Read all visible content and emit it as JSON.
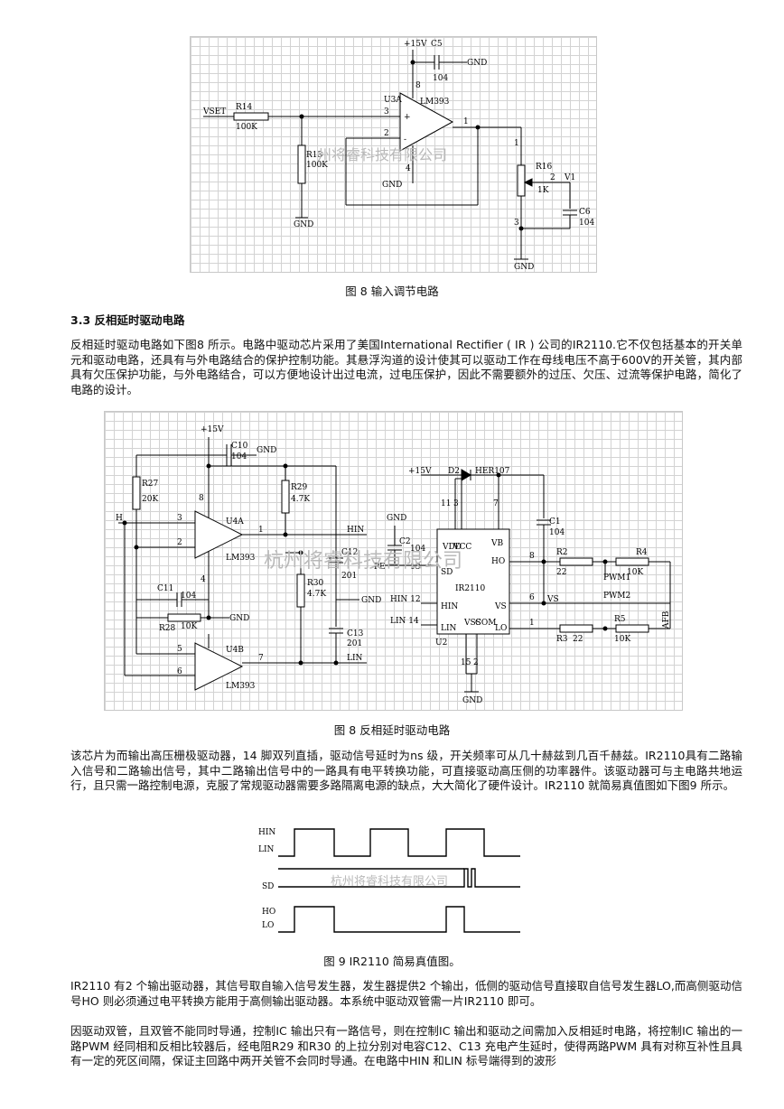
{
  "figure8a": {
    "caption": "图 8 输入调节电路",
    "labels": {
      "vcc": "+15V",
      "c5": "C5",
      "c5_val": "104",
      "gnd_c5": "GND",
      "pin8": "8",
      "u3a": "U3A",
      "lm393": "LM393",
      "vset": "VSET",
      "r14": "R14",
      "r14_val": "100K",
      "pin3": "3",
      "plus": "+",
      "pin2": "2",
      "minus": "-",
      "pin1": "1",
      "pin4": "4",
      "gnd_u3": "GND",
      "r13": "R13",
      "r13_val": "100K",
      "gnd_r13": "GND",
      "r16": "R16",
      "r16_val": "1K",
      "v1": "V1",
      "r16_p2": "2",
      "r16_p1": "1",
      "r16_p3": "3",
      "c6": "C6",
      "c6_val": "104",
      "gnd_r16": "GND"
    },
    "watermark": "州将睿科技有限公司"
  },
  "section": {
    "heading": "3.3 反相延时驱动电路",
    "para1": "反相延时驱动电路如下图8 所示。电路中驱动芯片采用了美国International Rectifier ( IR ) 公司的IR2110.它不仅包括基本的开关单元和驱动电路，还具有与外电路结合的保护控制功能。其悬浮沟道的设计使其可以驱动工作在母线电压不高于600V的开关管，其内部具有欠压保护功能，与外电路结合，可以方便地设计出过电流，过电压保护，因此不需要额外的过压、欠压、过流等保护电路，简化了电路的设计。"
  },
  "figure8b": {
    "caption": "图 8 反相延时驱动电路",
    "labels": {
      "vcc": "+15V",
      "c10": "C10",
      "c10_val": "104",
      "gnd_c10": "GND",
      "r27": "R27",
      "r27_val": "20K",
      "r29": "R29",
      "r29_val": "4.7K",
      "u4a": "U4A",
      "lm393a": "LM393",
      "h": "H",
      "p3": "3",
      "p2": "2",
      "p8": "8",
      "p1": "1",
      "p4": "4",
      "hin_out": "HIN",
      "c12": "C12",
      "c12_val": "201",
      "r30": "R30",
      "r30_val": "4.7K",
      "gnd_mid": "GND",
      "c11": "C11",
      "c11_val": "104",
      "r28": "R28",
      "r28_val": "10K",
      "gnd_c11": "GND",
      "u4b": "U4B",
      "lm393b": "LM393",
      "p5": "5",
      "p6": "6",
      "p7": "7",
      "c13": "C13",
      "c13_val": "201",
      "lin_out": "LIN",
      "vcc2": "+15V",
      "d2": "D2",
      "her107": "HER107",
      "gnd_ic": "GND",
      "c2": "C2",
      "c2_val": "104",
      "pe": "PE",
      "p13": "13",
      "p11": "11",
      "p3b": "3",
      "p7b": "7",
      "vdd": "VDD",
      "vccpin": "VCC",
      "vb": "VB",
      "sd": "SD",
      "ho": "HO",
      "ir2110": "IR2110",
      "hin_pin": "HIN",
      "vs": "VS",
      "lin_pin": "LIN",
      "vss": "VSS",
      "com": "COM",
      "lo": "LO",
      "u2": "U2",
      "hin12": "HIN 12",
      "lin14": "LIN 14",
      "p8b": "8",
      "p6b": "6",
      "p1b": "1",
      "p15": "15",
      "p2b": "2",
      "gnd_u2": "GND",
      "c1": "C1",
      "c1_val": "104",
      "r2": "R2",
      "r2_val": "22",
      "r4": "R4",
      "r4_val": "10K",
      "pwm1": "PWM1",
      "pwm2": "PWM2",
      "vs_net": "VS",
      "r3": "R3",
      "r3_val": "22",
      "r5": "R5",
      "r5_val": "10K",
      "afb": "AFB"
    },
    "watermark": "杭州将睿科技有限公司"
  },
  "para2": "该芯片为而输出高压栅极驱动器，14 脚双列直插，驱动信号延时为ns 级，开关频率可从几十赫兹到几百千赫兹。IR2110具有二路输入信号和二路输出信号，其中二路输出信号中的一路具有电平转换功能，可直接驱动高压侧的功率器件。该驱动器可与主电路共地运行，且只需一路控制电源，克服了常规驱动器需要多路隔离电源的缺点，大大简化了硬件设计。IR2110 就简易真值图如下图9 所示。",
  "figure9": {
    "caption": "图 9 IR2110 简易真值图。",
    "labels": {
      "hin": "HIN",
      "lin": "LIN",
      "sd": "SD",
      "ho": "HO",
      "lo": "LO"
    },
    "watermark": "杭州将睿科技有限公司"
  },
  "para3": "IR2110 有2 个输出驱动器，其信号取自输入信号发生器，发生器提供2 个输出，低侧的驱动信号直接取自信号发生器LO,而高侧驱动信号HO 则必须通过电平转换方能用于高侧输出驱动器。本系统中驱动双管需一片IR2110 即可。",
  "para4": "因驱动双管，且双管不能同时导通，控制IC 输出只有一路信号，则在控制IC 输出和驱动之间需加入反相延时电路，将控制IC 输出的一路PWM 经同相和反相比较器后，经电阻R29 和R30 的上拉分别对电容C12、C13 充电产生延时，使得两路PWM 具有对称互补性且具有一定的死区间隔，保证主回路中两开关管不会同时导通。在电路中HIN 和LIN 标号端得到的波形"
}
